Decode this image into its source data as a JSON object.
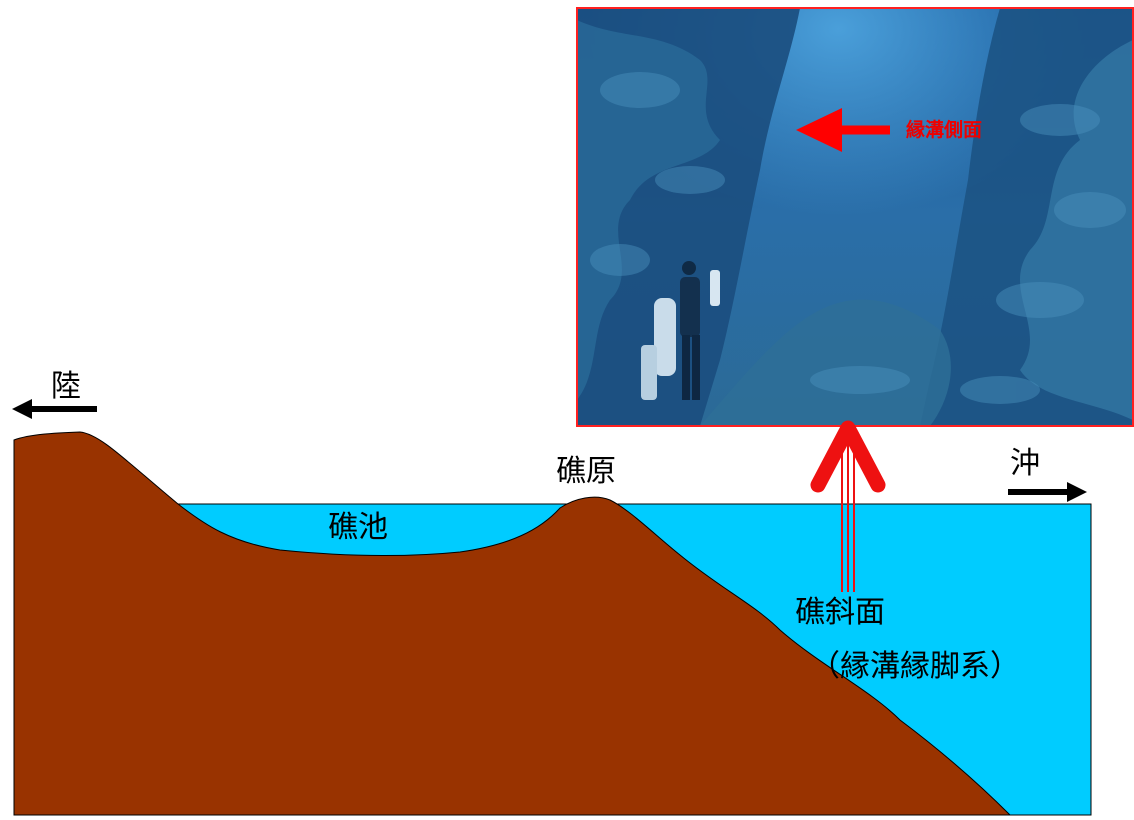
{
  "labels": {
    "land": "陸",
    "offshore": "沖",
    "reef_flat": "礁原",
    "reef_pool": "礁池",
    "reef_slope": "礁斜面",
    "spur_groove_zone": "（縁溝縁脚系）"
  },
  "photo": {
    "caption": "縁溝側面"
  },
  "colors": {
    "land": "#993300",
    "water": "#00ccff",
    "photo_border": "#ff2020",
    "arrow_red": "#ee1111",
    "caption_red": "#ee0000"
  }
}
